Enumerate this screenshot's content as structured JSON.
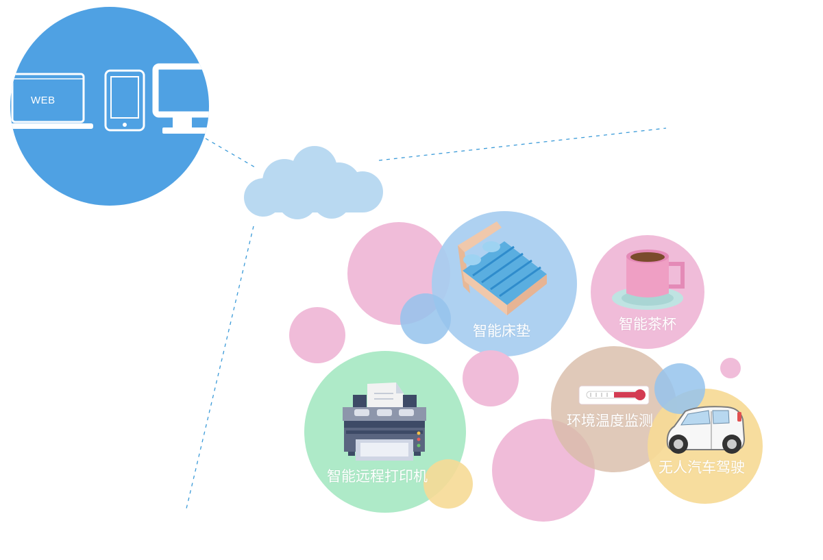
{
  "devices": {
    "web_label": "WEB",
    "icons": [
      "laptop-icon",
      "tablet-icon",
      "desktop-monitor-icon"
    ]
  },
  "hub": {
    "icon": "cloud-icon"
  },
  "items": [
    {
      "id": "mattress",
      "label": "智能床垫",
      "icon": "bed-icon"
    },
    {
      "id": "teacup",
      "label": "智能茶杯",
      "icon": "teacup-icon"
    },
    {
      "id": "temperature",
      "label": "环境温度监测",
      "icon": "thermometer-icon"
    },
    {
      "id": "printer",
      "label": "智能远程打印机",
      "icon": "printer-icon"
    },
    {
      "id": "car",
      "label": "无人汽车驾驶",
      "icon": "car-icon"
    }
  ],
  "colors": {
    "device_circle": "#4fa1e3",
    "cloud": "#b9d9f1",
    "connector": "#3a9ad8",
    "pink": "#f0bcd9",
    "blue": "#a7cdf0",
    "green": "#aeeac8",
    "yellow": "#f6da96",
    "tan": "#e0c6b8"
  }
}
